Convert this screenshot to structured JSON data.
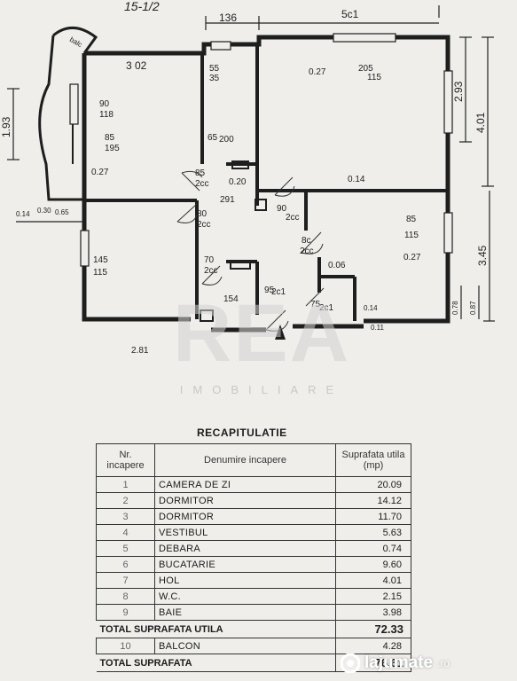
{
  "plan": {
    "header_number": "15-1/2",
    "dims_top": [
      "136",
      "5c1"
    ],
    "balcony_label": "balc",
    "room_widths": [
      "3 02"
    ],
    "doors": [
      {
        "t": "55",
        "b": "35"
      },
      {
        "t": "90",
        "b": "118"
      },
      {
        "t": "85",
        "b": "195"
      },
      {
        "t": "65",
        "b": "200"
      },
      {
        "t": "85",
        "b": "2cc"
      },
      {
        "t": "80",
        "b": "2cc"
      },
      {
        "t": "70",
        "b": "2cc"
      },
      {
        "t": "205",
        "b": "115"
      },
      {
        "t": "90",
        "b": "2cc"
      },
      {
        "t": "85",
        "b": "115"
      },
      {
        "t": "8c",
        "b": "2cc"
      },
      {
        "t": "145",
        "b": "115"
      },
      {
        "t": "95",
        "b": "2c1"
      },
      {
        "t": "75",
        "b": "2c1"
      }
    ],
    "misc": [
      "0.27",
      "0.27",
      "0.20",
      "0.14",
      "0.27",
      "0.06",
      "291",
      "154",
      "0.14",
      "0.14",
      "0.30",
      "0.65",
      "0.11"
    ],
    "dims_right": [
      "2.93",
      "4.01",
      "3.45",
      "0.78",
      "0.87"
    ],
    "dims_left": [
      "1.93"
    ],
    "bottom_dim": "2.81"
  },
  "watermark": {
    "logo": "REA",
    "sub": "IMOBILIARE"
  },
  "recap": {
    "title": "RECAPITULATIE",
    "headers": {
      "nr": "Nr. incapere",
      "name": "Denumire incapere",
      "area": "Suprafata utila (mp)"
    },
    "rows": [
      {
        "nr": "1",
        "name": "CAMERA DE ZI",
        "area": "20.09"
      },
      {
        "nr": "2",
        "name": "DORMITOR",
        "area": "14.12"
      },
      {
        "nr": "3",
        "name": "DORMITOR",
        "area": "11.70"
      },
      {
        "nr": "4",
        "name": "VESTIBUL",
        "area": "5.63"
      },
      {
        "nr": "5",
        "name": "DEBARA",
        "area": "0.74"
      },
      {
        "nr": "6",
        "name": "BUCATARIE",
        "area": "9.60"
      },
      {
        "nr": "7",
        "name": "HOL",
        "area": "4.01"
      },
      {
        "nr": "8",
        "name": "W.C.",
        "area": "2.15"
      },
      {
        "nr": "9",
        "name": "BAIE",
        "area": "3.98"
      }
    ],
    "total_useful_label": "TOTAL SUPRAFATA UTILA",
    "total_useful_value": "72.33",
    "balcony": {
      "nr": "10",
      "name": "BALCON",
      "area": "4.28"
    },
    "total_label": "TOTAL SUPRAFATA",
    "total_value": "76.61"
  },
  "brand": {
    "name": "lajumate",
    "domain": ".ro"
  }
}
